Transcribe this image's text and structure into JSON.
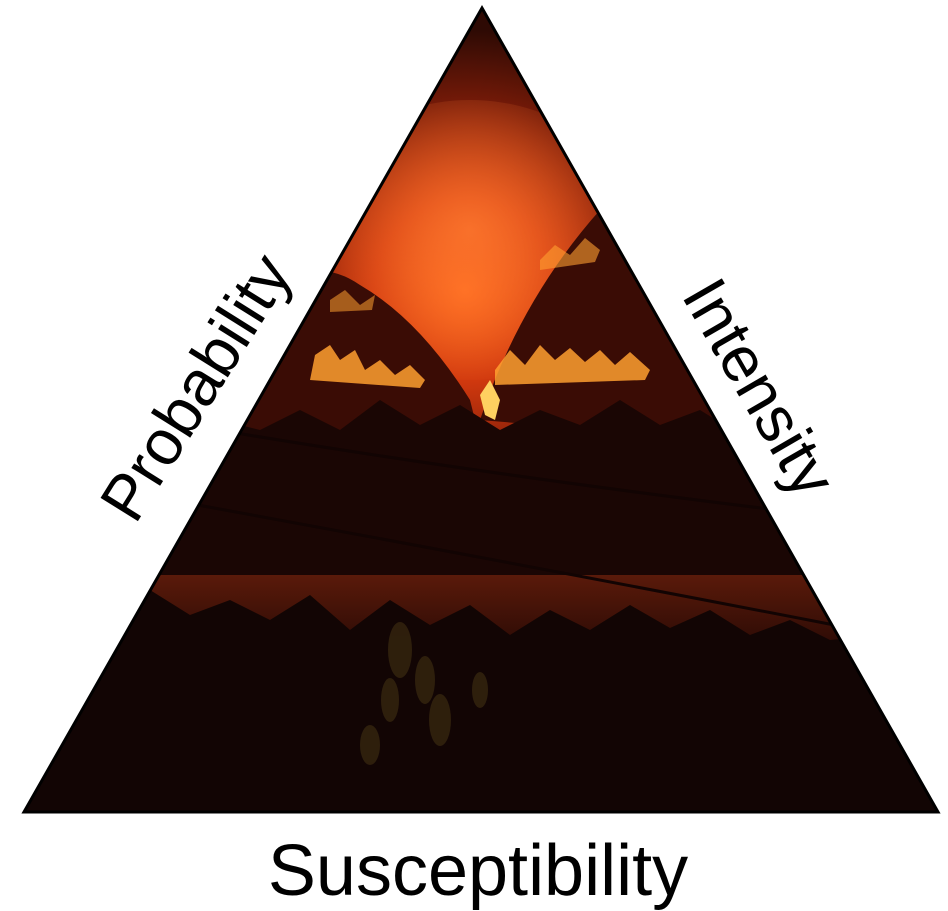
{
  "diagram": {
    "labels": {
      "left": "Probability",
      "right": "Intensity",
      "bottom": "Susceptibility"
    },
    "photo_fill": {
      "description_icon": "wildfire-photo",
      "colors": {
        "sky_top": "#3a0e05",
        "glow": "#ff5a14",
        "glow_mid": "#c8340c",
        "smoke": "#7a1f0a",
        "mountain": "#2a0904",
        "forest": "#170504",
        "river": "#4a1408",
        "foreground": "#0e0504",
        "flame": "#ffb030"
      }
    },
    "outline_color": "#000000"
  }
}
